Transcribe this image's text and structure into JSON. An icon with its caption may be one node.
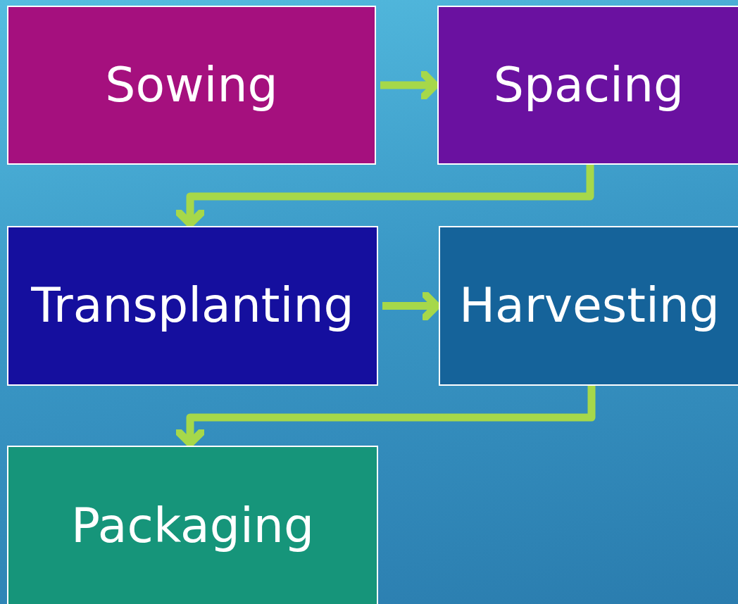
{
  "diagram": {
    "nodes": [
      {
        "text": [
          "Sowing"
        ]
      },
      {
        "text": [
          "Spacing"
        ]
      },
      {
        "text": [
          "Transplanting"
        ]
      },
      {
        "text": [
          "Harvesting"
        ]
      },
      {
        "text": [
          "Packaging"
        ]
      }
    ],
    "edges": [
      {
        "from": 0,
        "to": 1,
        "arrow": "to"
      },
      {
        "from": 1,
        "to": 2,
        "arrow": "to"
      },
      {
        "from": 2,
        "to": 3,
        "arrow": "to"
      },
      {
        "from": 3,
        "to": 4,
        "arrow": "to"
      }
    ]
  }
}
